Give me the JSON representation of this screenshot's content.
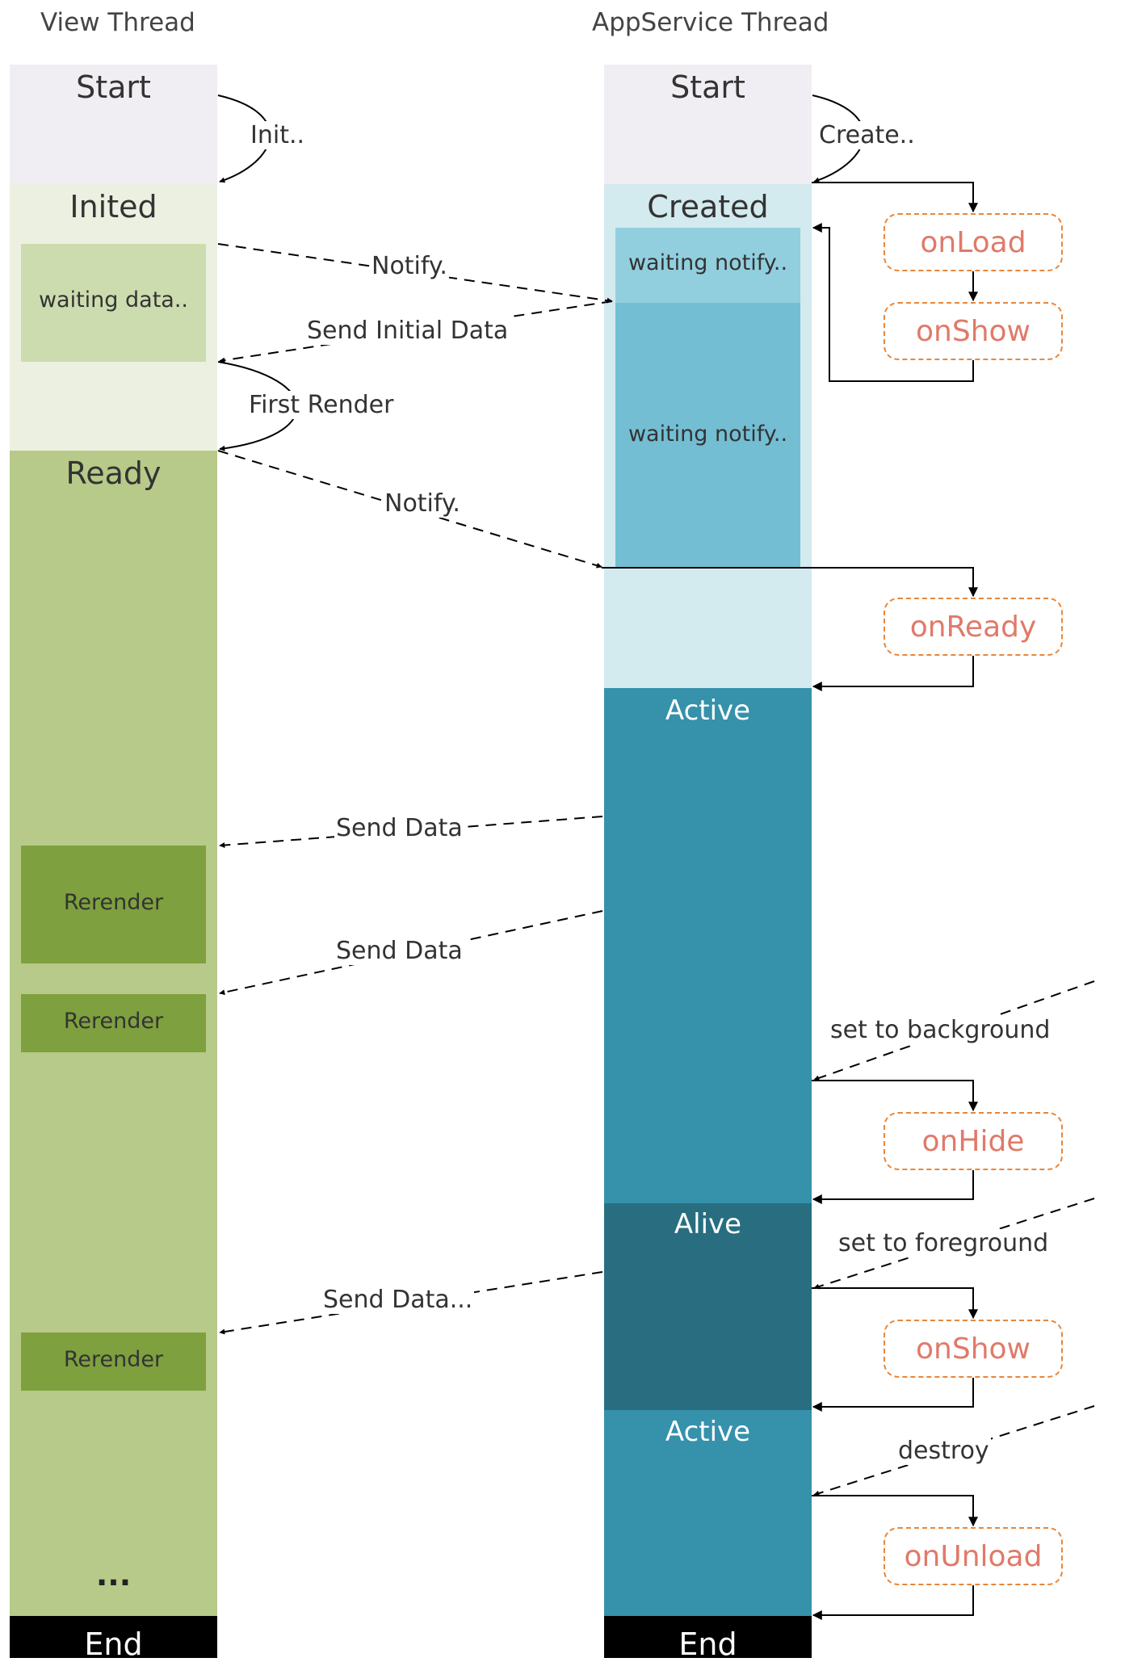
{
  "threads": {
    "view": "View Thread",
    "appservice": "AppService Thread"
  },
  "view_blocks": {
    "start": "Start",
    "inited": "Inited",
    "waiting_data": "waiting data..",
    "ready": "Ready",
    "rerender_1": "Rerender",
    "rerender_2": "Rerender",
    "rerender_3": "Rerender",
    "ellipsis": "...",
    "end": "End"
  },
  "app_blocks": {
    "start": "Start",
    "created": "Created",
    "waiting_notify_1": "waiting notify..",
    "waiting_notify_2": "waiting notify..",
    "active_1": "Active",
    "alive": "Alive",
    "active_2": "Active",
    "end": "End"
  },
  "callbacks": {
    "on_load": "onLoad",
    "on_show_1": "onShow",
    "on_ready": "onReady",
    "on_hide": "onHide",
    "on_show_2": "onShow",
    "on_unload": "onUnload"
  },
  "edges": {
    "init": "Init..",
    "create": "Create..",
    "notify_1": "Notify.",
    "send_initial_data": "Send Initial Data",
    "first_render": "First Render",
    "notify_2": "Notify.",
    "send_data_1": "Send Data",
    "send_data_2": "Send Data",
    "set_to_background": "set to background",
    "set_to_foreground": "set to foreground",
    "send_data_3": "Send Data...",
    "destroy": "destroy"
  },
  "colors": {
    "view_start_bg": "#f0eef3",
    "view_inited_bg": "#ebf0e0",
    "view_waiting_bg": "#cddcae",
    "view_ready_bg": "#b7ca89",
    "view_rerender_bg": "#7ea03e",
    "app_created_bg": "#d3eaef",
    "app_waiting_1_bg": "#92cfde",
    "app_waiting_2_bg": "#73bed3",
    "app_active_bg": "#3691ab",
    "app_alive_bg": "#286e80",
    "end_bg": "#000000",
    "callback_border": "#e8863a",
    "callback_text": "#e07a6a"
  }
}
